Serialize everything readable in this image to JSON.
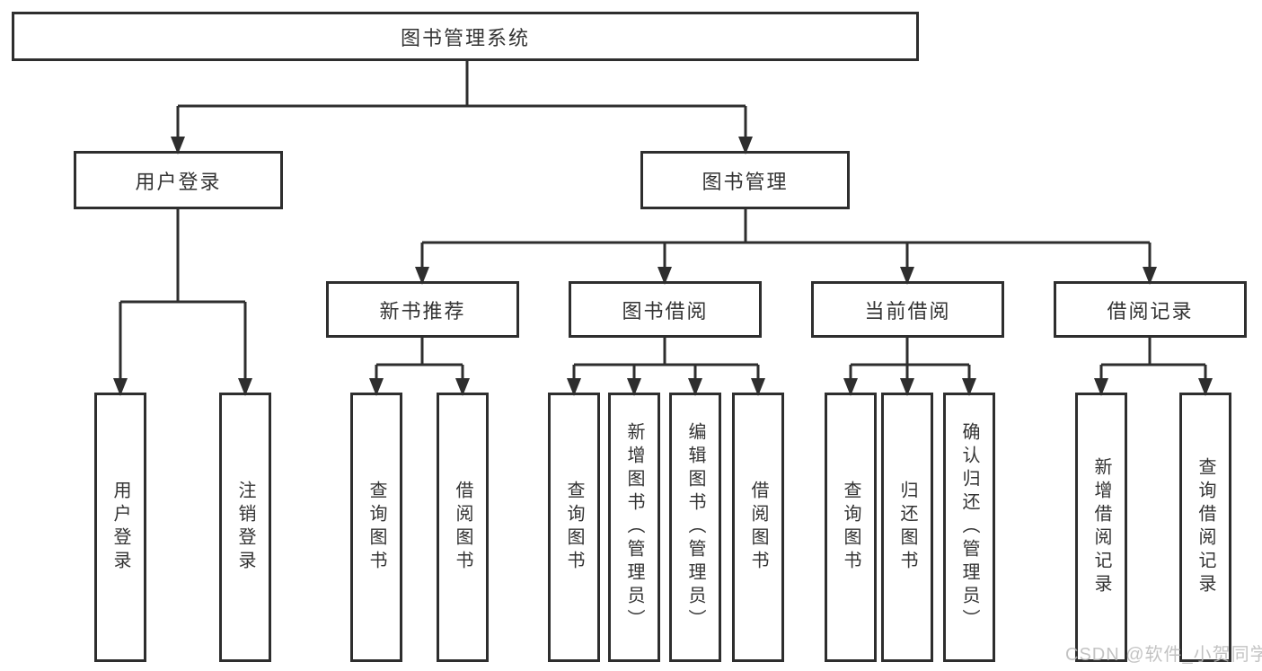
{
  "tree": {
    "root": {
      "label": "图书管理系统"
    },
    "branches": [
      {
        "label": "用户登录",
        "children": [
          {
            "label": "用户登录"
          },
          {
            "label": "注销登录"
          }
        ]
      },
      {
        "label": "图书管理",
        "children": [
          {
            "label": "新书推荐",
            "children": [
              {
                "label": "查询图书"
              },
              {
                "label": "借阅图书"
              }
            ]
          },
          {
            "label": "图书借阅",
            "children": [
              {
                "label": "查询图书"
              },
              {
                "label": "新增图书（管理员）"
              },
              {
                "label": "编辑图书（管理员）"
              },
              {
                "label": "借阅图书"
              }
            ]
          },
          {
            "label": "当前借阅",
            "children": [
              {
                "label": "查询图书"
              },
              {
                "label": "归还图书"
              },
              {
                "label": "确认归还（管理员）"
              }
            ]
          },
          {
            "label": "借阅记录",
            "children": [
              {
                "label": "新增借阅记录"
              },
              {
                "label": "查询借阅记录"
              }
            ]
          }
        ]
      }
    ]
  },
  "watermark": {
    "text": "CSDN @软件_小贺同学",
    "color": "#b9b9b9"
  },
  "colors": {
    "line": "#2e2e2e",
    "text": "#333333",
    "background": "#ffffff"
  }
}
